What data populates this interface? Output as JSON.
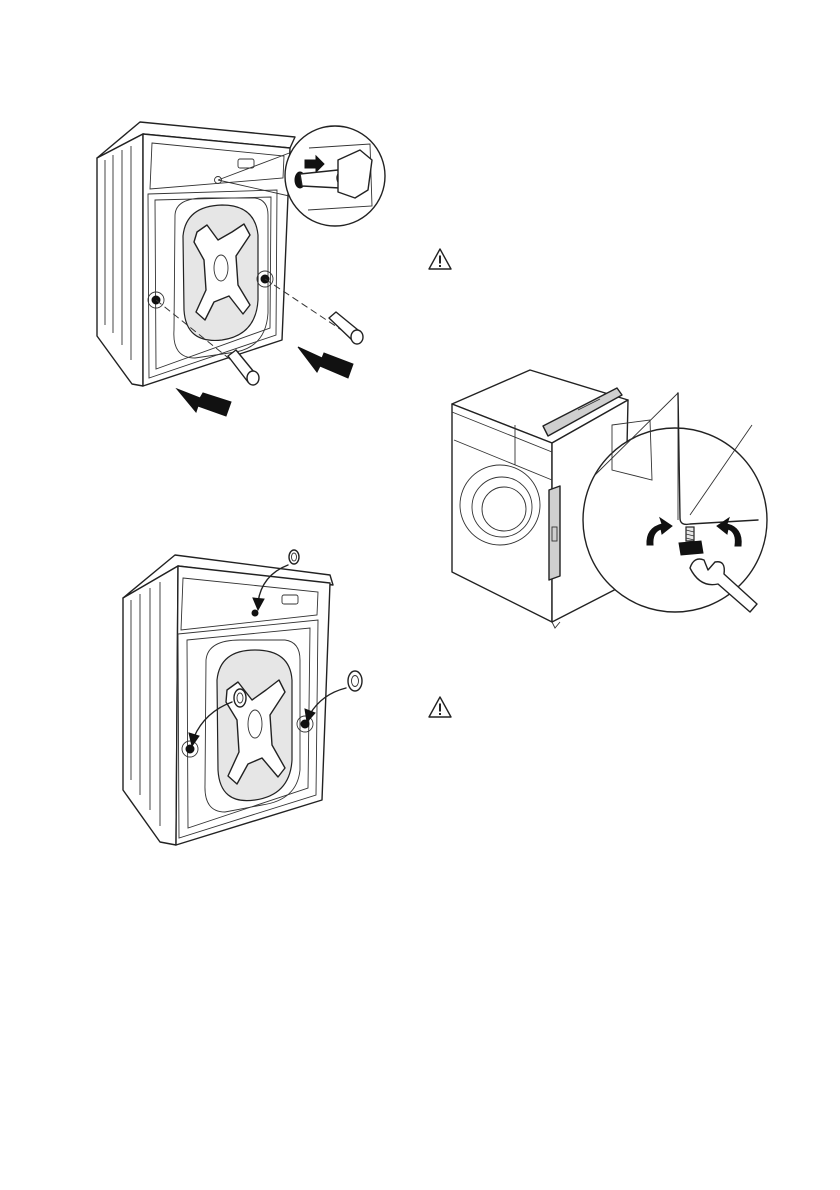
{
  "page": {
    "background": "#ffffff",
    "line_color": "#222222",
    "warning_icon": "warning-triangle-icon",
    "figures": [
      {
        "id": "remove-transit-bolts",
        "icons": [
          "washing-machine-rear-icon",
          "transit-bolt-icon",
          "pull-arrow-icon",
          "magnifier-inset-icon"
        ]
      },
      {
        "id": "insert-plastic-caps",
        "icons": [
          "washing-machine-rear-icon",
          "plastic-cap-icon",
          "insert-arrow-icon"
        ]
      },
      {
        "id": "level-machine",
        "icons": [
          "washing-machine-front-icon",
          "spirit-level-icon",
          "adjustable-foot-icon",
          "spanner-icon",
          "rotate-arrow-icon"
        ]
      }
    ]
  }
}
